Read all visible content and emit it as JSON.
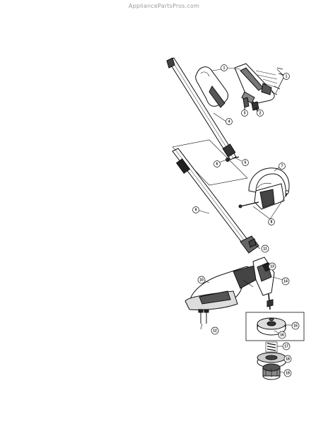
{
  "header": {
    "watermark": "AppliancePartsPros.com"
  },
  "diagram": {
    "callouts": [
      {
        "id": "c1a",
        "label": "1"
      },
      {
        "id": "c1b",
        "label": "1"
      },
      {
        "id": "c2",
        "label": "2"
      },
      {
        "id": "c3",
        "label": "3"
      },
      {
        "id": "c4",
        "label": "4"
      },
      {
        "id": "c5",
        "label": "5"
      },
      {
        "id": "c6",
        "label": "6"
      },
      {
        "id": "c7",
        "label": "7"
      },
      {
        "id": "c8",
        "label": "8"
      },
      {
        "id": "c9",
        "label": "9"
      },
      {
        "id": "c10",
        "label": "10"
      },
      {
        "id": "c11",
        "label": "11"
      },
      {
        "id": "c12",
        "label": "12"
      },
      {
        "id": "c13",
        "label": "13"
      },
      {
        "id": "c14",
        "label": "14"
      },
      {
        "id": "c15",
        "label": "15"
      },
      {
        "id": "c16",
        "label": "16"
      },
      {
        "id": "c17",
        "label": "17"
      },
      {
        "id": "c18",
        "label": "18"
      },
      {
        "id": "c19",
        "label": "19"
      }
    ]
  }
}
